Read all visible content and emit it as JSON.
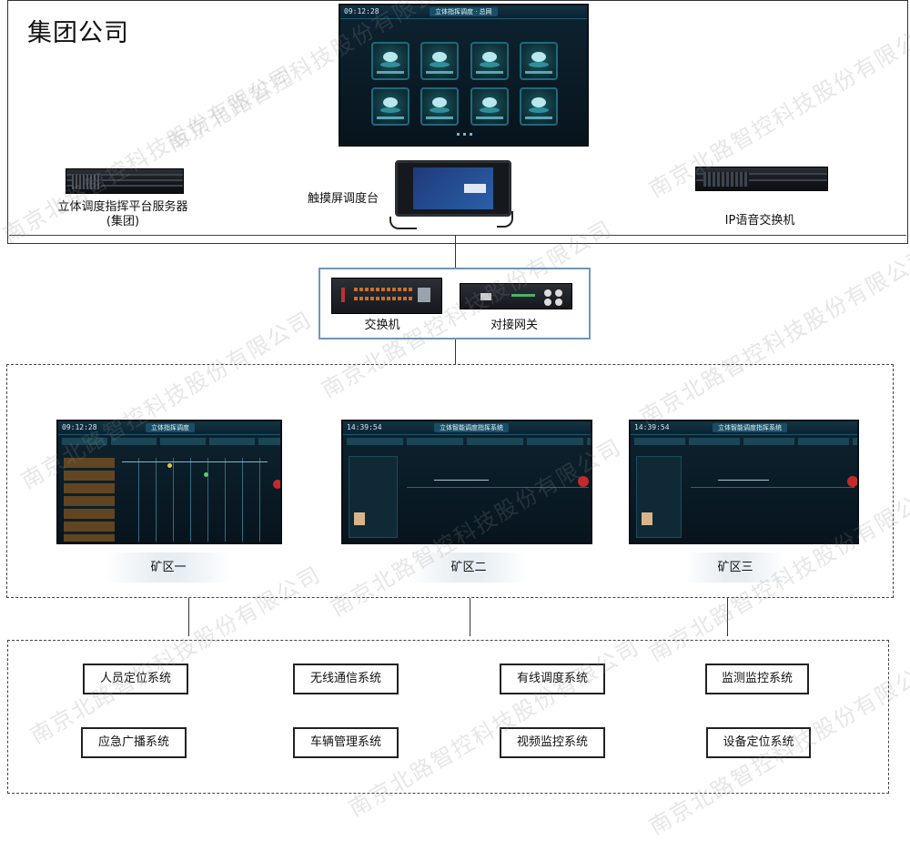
{
  "group": {
    "title": "集团公司",
    "server_label_line1": "立体调度指挥平台服务器",
    "server_label_line2": "(集团)",
    "console_label": "触摸屏调度台",
    "ip_switch_label": "IP语音交换机",
    "main_screen_clock": "09:12:28",
    "main_screen_title": "立体指挥调度 · 总网"
  },
  "network": {
    "switch_label": "交换机",
    "gateway_label": "对接网关"
  },
  "mines": [
    {
      "label": "矿区一",
      "clock": "09:12:28",
      "title": "立体指挥调度"
    },
    {
      "label": "矿区二",
      "clock": "14:39:54",
      "title": "立体智能调度指挥系统"
    },
    {
      "label": "矿区三",
      "clock": "14:39:54",
      "title": "立体智能调度指挥系统"
    }
  ],
  "systems": {
    "row1": [
      "人员定位系统",
      "无线通信系统",
      "有线调度系统",
      "监测监控系统"
    ],
    "row2": [
      "应急广播系统",
      "车辆管理系统",
      "视频监控系统",
      "设备定位系统"
    ]
  },
  "watermark": "南京北路智控科技股份有限公司"
}
